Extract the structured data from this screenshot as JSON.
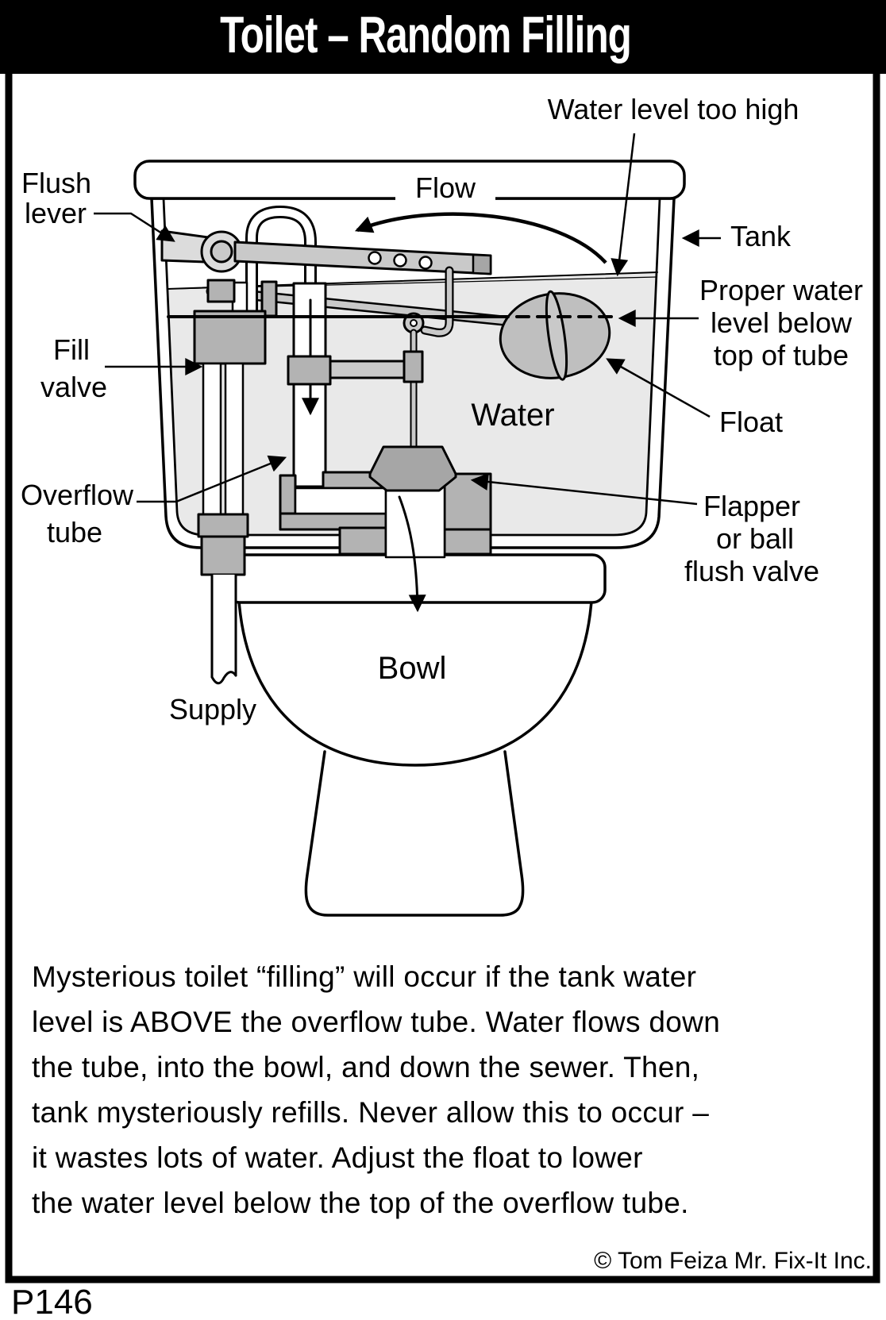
{
  "title": "Toilet – Random Filling",
  "page_code": "P146",
  "copyright": "© Tom Feiza Mr. Fix-It Inc.",
  "diagram": {
    "labels": {
      "water_level_too_high": "Water level too high",
      "flush_lever": [
        "Flush",
        "lever"
      ],
      "flow": "Flow",
      "tank": "Tank",
      "fill_valve": [
        "Fill",
        "valve"
      ],
      "proper_water_level": [
        "Proper water",
        "level below",
        "top of tube"
      ],
      "float": "Float",
      "water": "Water",
      "overflow_tube": [
        "Overflow",
        "tube"
      ],
      "flapper_valve": [
        "Flapper",
        "or ball",
        "flush valve"
      ],
      "supply": "Supply",
      "bowl": "Bowl"
    },
    "colors": {
      "frame": "#000000",
      "water": "#e9e9e9",
      "metal_light": "#dcdcdc",
      "metal_mid": "#c9c9c9",
      "metal_dark": "#b3b3b3",
      "flapper": "#a6a6a6",
      "line": "#000000"
    }
  },
  "caption": {
    "lines": [
      "Mysterious toilet “filling” will occur if the tank water",
      "level is ABOVE the overflow tube. Water flows down",
      "the tube, into the bowl, and down the sewer. Then,",
      "tank mysteriously refills. Never allow this to occur –",
      "it wastes lots of water. Adjust the float to lower",
      "the water level below the top of the overflow tube."
    ]
  }
}
